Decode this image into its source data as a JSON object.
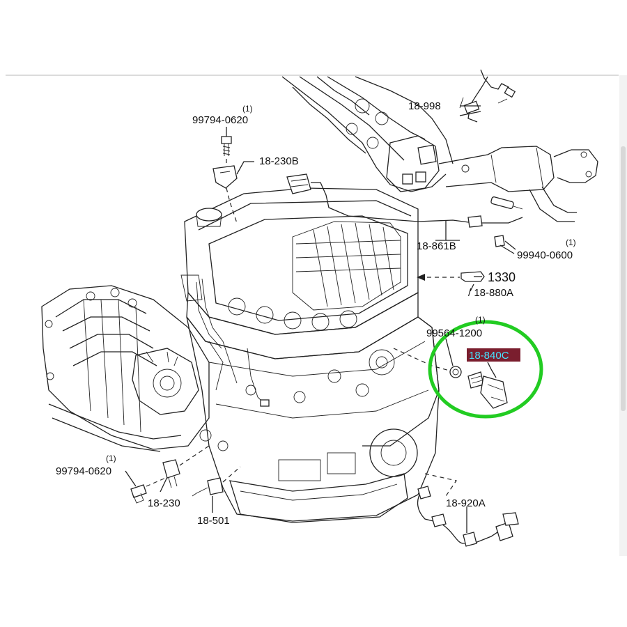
{
  "labels": {
    "p_18_998": "18-998",
    "p_99794_0620_top": "99794-0620",
    "p_99794_0620_top_qty": "(1)",
    "p_18_230b": "18-230B",
    "p_18_861b": "18-861B",
    "p_99940_0600": "99940-0600",
    "p_99940_0600_qty": "(1)",
    "p_1330": "1330",
    "p_18_880a": "/ 18-880A",
    "p_99564_1200": "99564-1200",
    "p_99564_1200_qty": "(1)",
    "p_18_840c": "18-840C",
    "p_99794_0620_bottom": "99794-0620",
    "p_99794_0620_bottom_qty": "(1)",
    "p_18_230": "18-230",
    "p_18_501": "18-501",
    "p_18_920a": "18-920A"
  },
  "colors": {
    "highlight_circle": "#22cc22",
    "highlight_box_fill": "#7a1e2e",
    "highlight_box_text": "#46e3ff",
    "line_art": "#222222"
  }
}
